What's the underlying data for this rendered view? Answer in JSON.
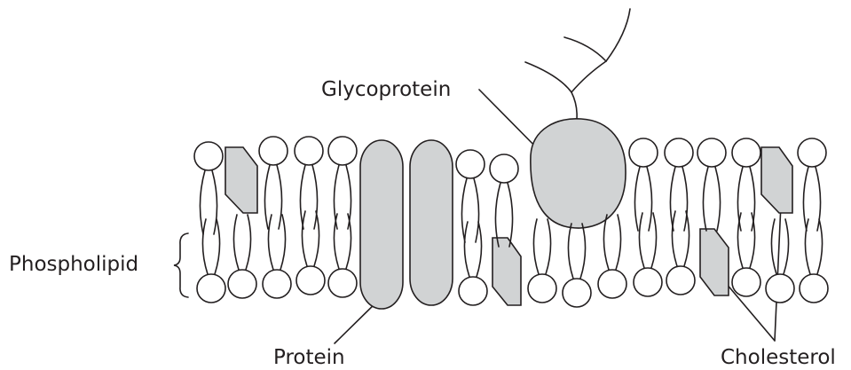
{
  "labels": {
    "glycoprotein": "Glycoprotein",
    "phospholipid": "Phospholipid",
    "protein": "Protein",
    "cholesterol": "Cholesterol"
  },
  "colors": {
    "ink": "#231f20",
    "fill_grey": "#d1d3d4",
    "background": "#ffffff"
  }
}
